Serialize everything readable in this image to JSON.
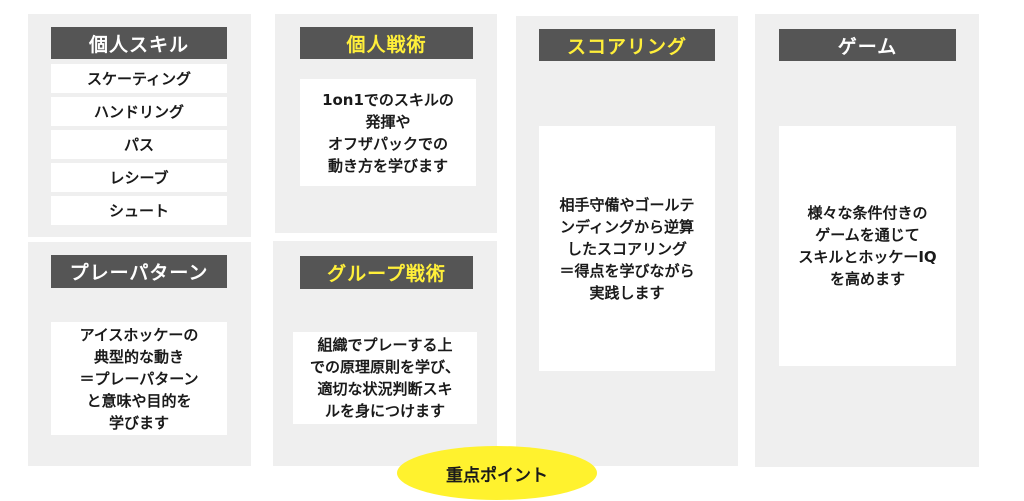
{
  "cards": {
    "kojin_skill": {
      "title": "個人スキル",
      "skills": [
        "スケーティング",
        "ハンドリング",
        "パス",
        "レシーブ",
        "シュート"
      ]
    },
    "kojin_senjutsu": {
      "title": "個人戦術",
      "description": "1on1でのスキルの\n発揮や\nオフザパックでの\n動き方を学びます"
    },
    "scoring": {
      "title": "スコアリング",
      "description": "相手守備やゴールテ\nンディングから逆算\nしたスコアリング\n＝得点を学びながら\n実践します"
    },
    "game": {
      "title": "ゲーム",
      "description": "様々な条件付きの\nゲームを通じて\nスキルとホッケーIQ\nを高めます"
    },
    "play_pattern": {
      "title": "プレーパターン",
      "description": "アイスホッケーの\n典型的な動き\n＝プレーパターン\nと意味や目的を\n学びます"
    },
    "group_senjutsu": {
      "title": "グループ戦術",
      "description": "組織でプレーする上\nでの原理原則を学び、\n適切な状況判断スキ\nルを身につけます"
    }
  },
  "badge": {
    "label": "重点ポイント"
  },
  "colors": {
    "panel_bg": "#efefef",
    "title_bg": "#555555",
    "accent_text": "#ffef3a",
    "badge_bg": "#fff22e"
  }
}
